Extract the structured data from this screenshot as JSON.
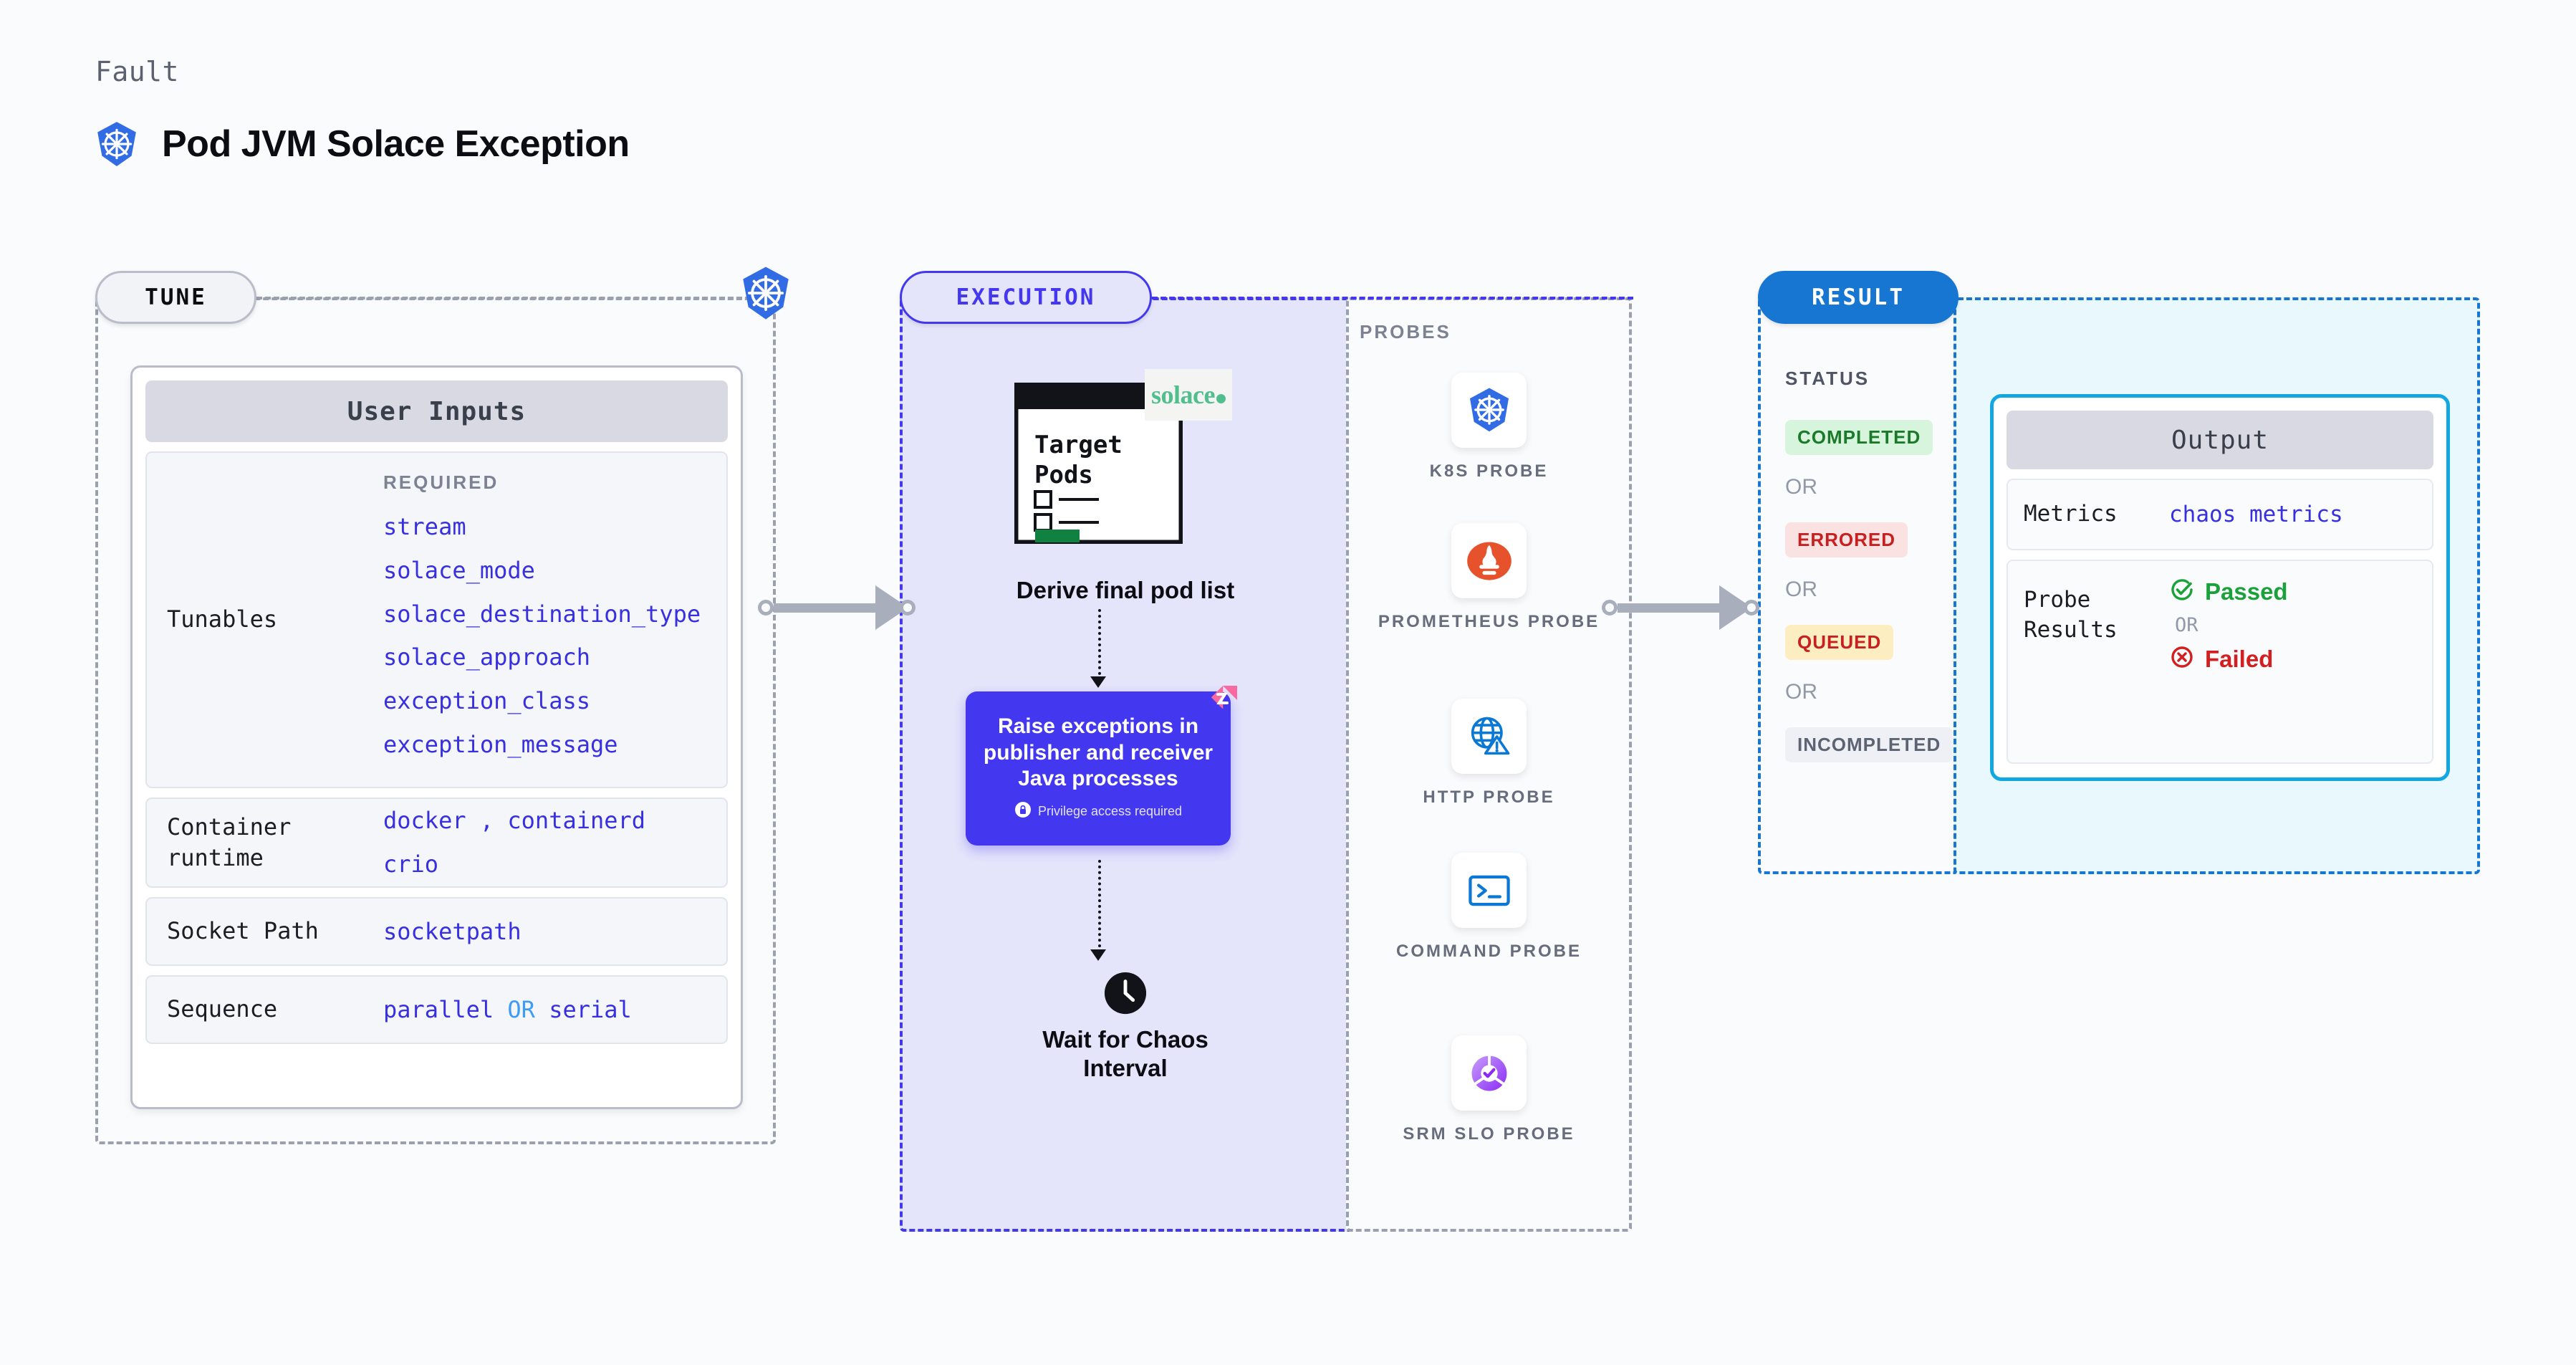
{
  "header": {
    "kicker": "Fault",
    "title": "Pod JVM Solace Exception",
    "logo_icon": "kubernetes-icon"
  },
  "stages": {
    "tune": {
      "pill": "TUNE"
    },
    "execution": {
      "pill": "EXECUTION"
    },
    "result": {
      "pill": "RESULT"
    }
  },
  "tune": {
    "card_title": "User Inputs",
    "required_label": "REQUIRED",
    "rows": [
      {
        "label": "Tunables",
        "values": [
          "stream",
          "solace_mode",
          "solace_destination_type",
          "solace_approach",
          "exception_class",
          "exception_message"
        ]
      },
      {
        "label": "Container runtime",
        "values": [
          "docker",
          "containerd",
          "crio"
        ],
        "separator": ","
      },
      {
        "label": "Socket Path",
        "values": [
          "socketpath"
        ]
      },
      {
        "label": "Sequence",
        "values": [
          "parallel",
          "serial"
        ],
        "separator": "OR"
      }
    ]
  },
  "execution": {
    "pod_card": {
      "title_line1": "Target",
      "title_line2": "Pods",
      "vendor_logo": "solace"
    },
    "derive_label": "Derive final pod list",
    "action": {
      "title": "Raise exceptions in publisher and receiver Java processes",
      "privilege_note": "Privilege access required",
      "lock_icon": "lock-icon",
      "badge_icon": "chaos-badge-icon"
    },
    "wait": {
      "icon": "clock-icon",
      "label_line1": "Wait for Chaos",
      "label_line2": "Interval"
    }
  },
  "probes": {
    "title": "PROBES",
    "items": [
      {
        "label": "K8S PROBE",
        "icon": "kubernetes-icon"
      },
      {
        "label": "PROMETHEUS PROBE",
        "icon": "prometheus-icon"
      },
      {
        "label": "HTTP PROBE",
        "icon": "http-globe-warning-icon"
      },
      {
        "label": "COMMAND PROBE",
        "icon": "terminal-icon"
      },
      {
        "label": "SRM SLO PROBE",
        "icon": "srm-slo-icon"
      }
    ]
  },
  "result": {
    "status_title": "STATUS",
    "or_label": "OR",
    "statuses": [
      {
        "label": "COMPLETED",
        "bg": "#d6f5dc",
        "fg": "#1b7a2a"
      },
      {
        "label": "ERRORED",
        "bg": "#fbe2e2",
        "fg": "#c62020"
      },
      {
        "label": "QUEUED",
        "bg": "#fdeec2",
        "fg": "#c62020"
      },
      {
        "label": "INCOMPLETED",
        "bg": "#eef0f5",
        "fg": "#5c6372"
      }
    ]
  },
  "output": {
    "card_title": "Output",
    "metrics_label": "Metrics",
    "metrics_value": "chaos metrics",
    "probe_results_label": "Probe Results",
    "passed_label": "Passed",
    "failed_label": "Failed",
    "or_label": "OR",
    "pass_icon": "check-circle-icon",
    "fail_icon": "x-circle-icon"
  },
  "colors": {
    "accent_purple": "#4338ef",
    "accent_blue": "#1776d2",
    "k8s_blue": "#326ce5",
    "output_border": "#13a7e2",
    "neutral_dashed": "#9aa0ad"
  }
}
